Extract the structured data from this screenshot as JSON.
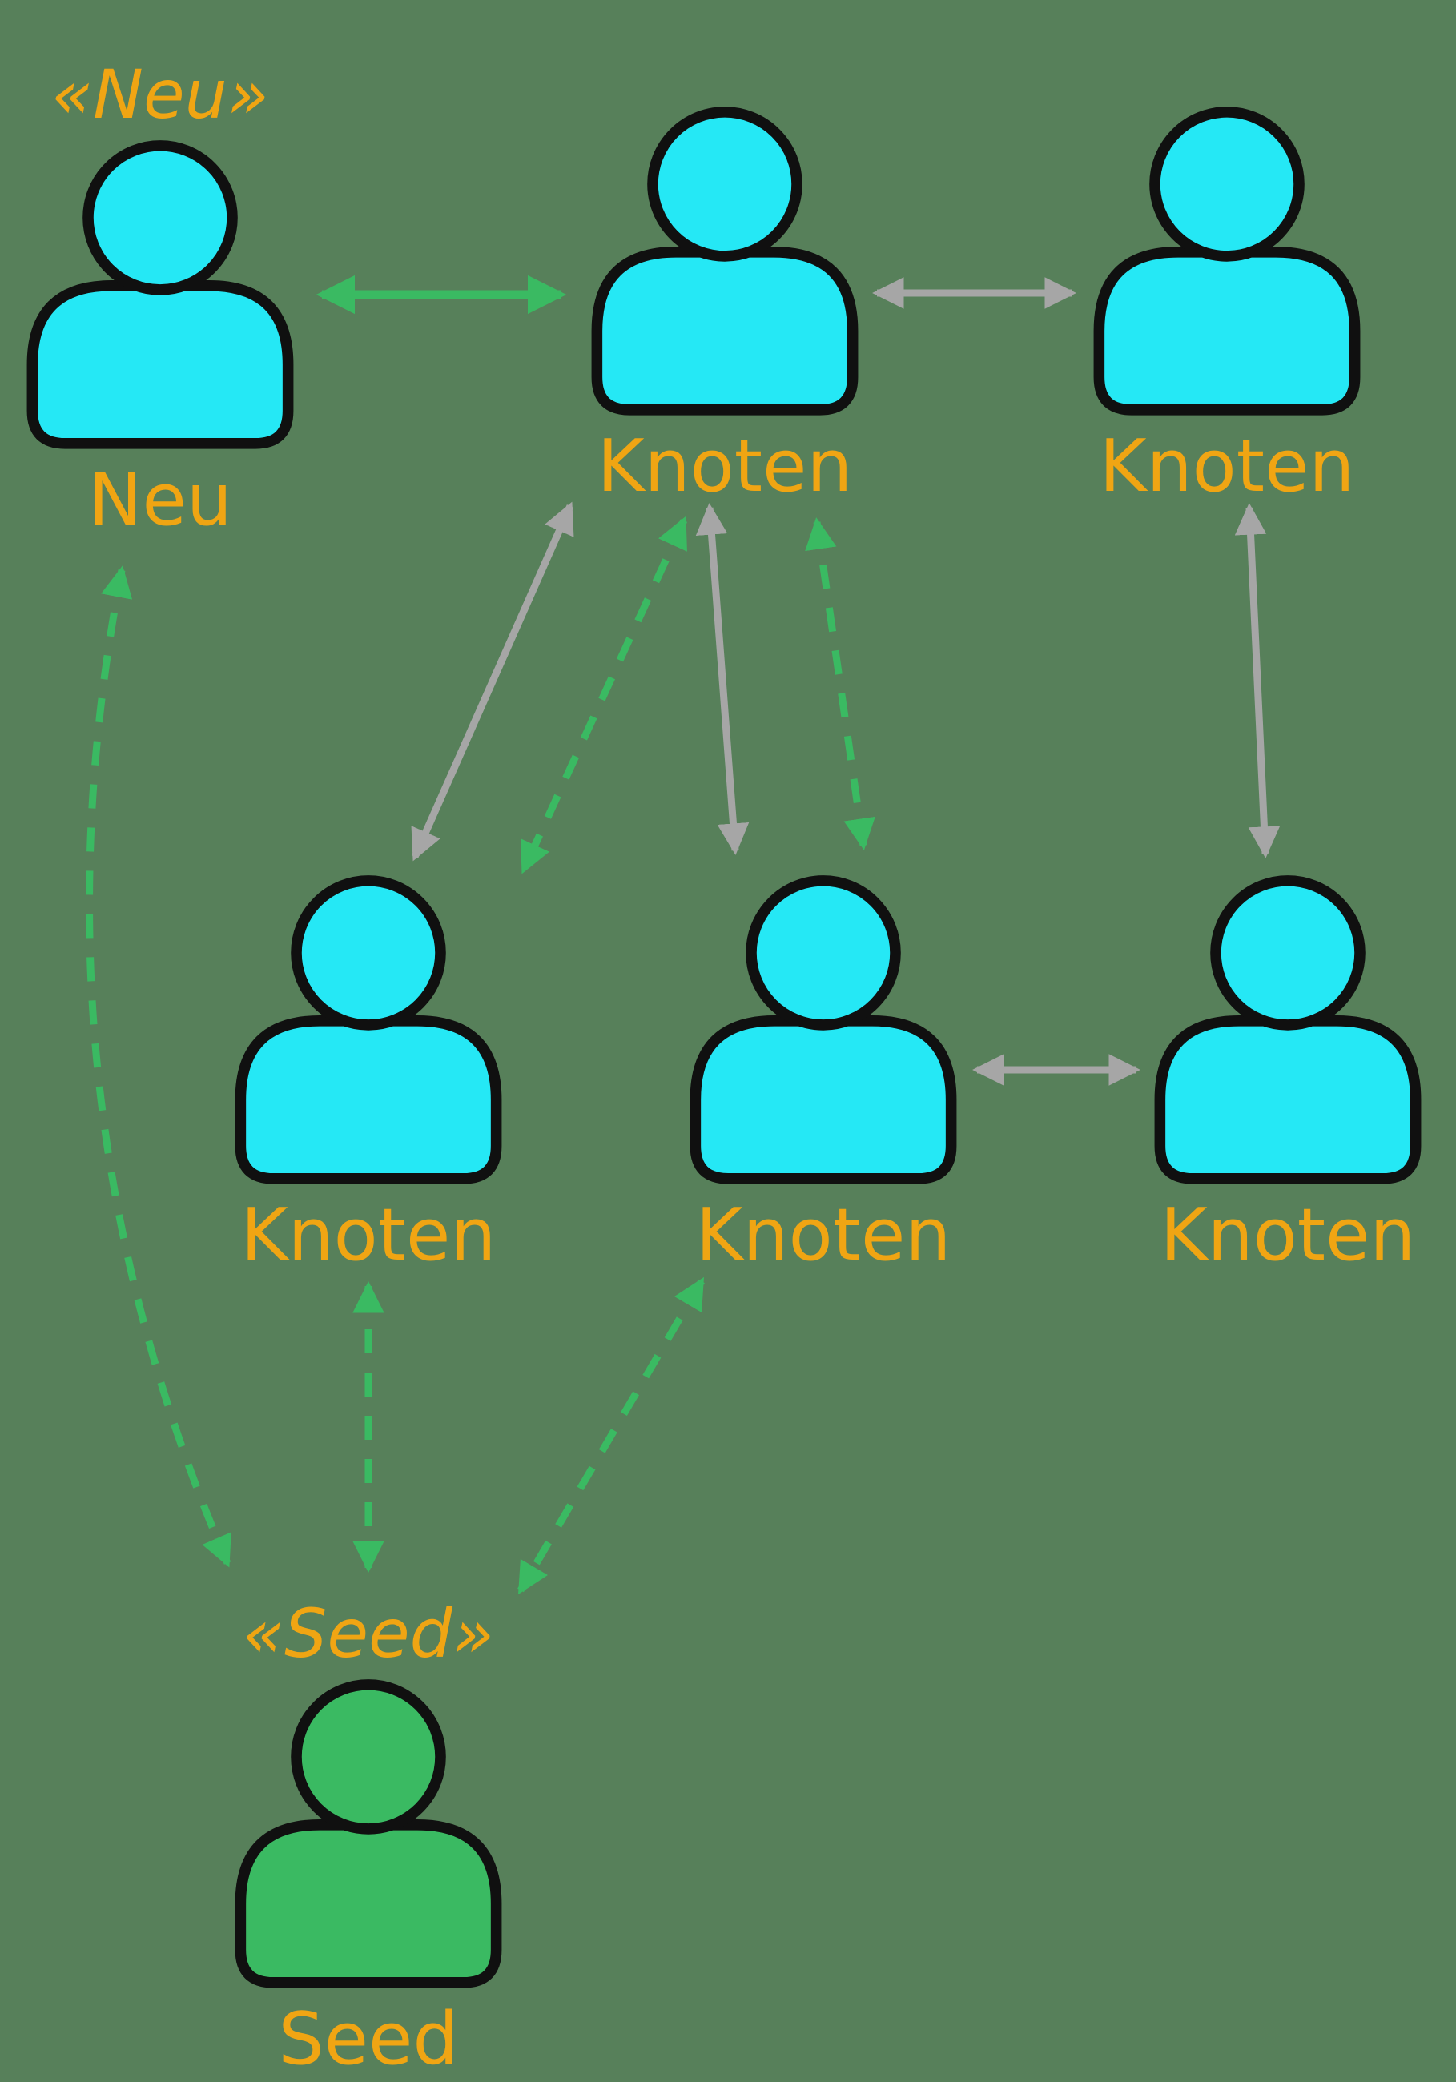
{
  "colors": {
    "background": "#57805a",
    "node_cyan": "#25e8f5",
    "node_green": "#3aba62",
    "arrow_green": "#3aba62",
    "arrow_gray": "#a6a6a6",
    "label_orange": "#f0a513",
    "outline_black": "#101010"
  },
  "nodes": [
    {
      "id": "neu",
      "stereotype": "«Neu»",
      "label": "Neu",
      "fill": "#25e8f5"
    },
    {
      "id": "knoten-top-center",
      "label": "Knoten",
      "fill": "#25e8f5"
    },
    {
      "id": "knoten-top-right",
      "label": "Knoten",
      "fill": "#25e8f5"
    },
    {
      "id": "knoten-mid-left",
      "label": "Knoten",
      "fill": "#25e8f5"
    },
    {
      "id": "knoten-mid-center",
      "label": "Knoten",
      "fill": "#25e8f5"
    },
    {
      "id": "knoten-mid-right",
      "label": "Knoten",
      "fill": "#25e8f5"
    },
    {
      "id": "seed",
      "stereotype": "«Seed»",
      "label": "Seed",
      "fill": "#3aba62"
    }
  ],
  "edges": [
    {
      "from": "neu",
      "to": "knoten-top-center",
      "color": "green",
      "style": "solid",
      "bidirectional": true
    },
    {
      "from": "knoten-top-center",
      "to": "knoten-top-right",
      "color": "gray",
      "style": "solid",
      "bidirectional": true
    },
    {
      "from": "knoten-top-right",
      "to": "knoten-mid-right",
      "color": "gray",
      "style": "solid",
      "bidirectional": true
    },
    {
      "from": "knoten-top-center",
      "to": "knoten-mid-left",
      "color": "gray",
      "style": "solid",
      "bidirectional": true
    },
    {
      "from": "knoten-top-center",
      "to": "knoten-mid-center",
      "color": "gray",
      "style": "solid",
      "bidirectional": true
    },
    {
      "from": "knoten-top-center",
      "to": "knoten-mid-left",
      "color": "green",
      "style": "dashed",
      "bidirectional": true
    },
    {
      "from": "knoten-top-center",
      "to": "knoten-mid-center",
      "color": "green",
      "style": "dashed",
      "bidirectional": true
    },
    {
      "from": "knoten-mid-center",
      "to": "knoten-mid-right",
      "color": "gray",
      "style": "solid",
      "bidirectional": true
    },
    {
      "from": "seed",
      "to": "neu",
      "color": "green",
      "style": "dashed",
      "bidirectional": true,
      "shape": "curved"
    },
    {
      "from": "seed",
      "to": "knoten-mid-left",
      "color": "green",
      "style": "dashed",
      "bidirectional": true
    },
    {
      "from": "seed",
      "to": "knoten-mid-center",
      "color": "green",
      "style": "dashed",
      "bidirectional": true
    }
  ]
}
